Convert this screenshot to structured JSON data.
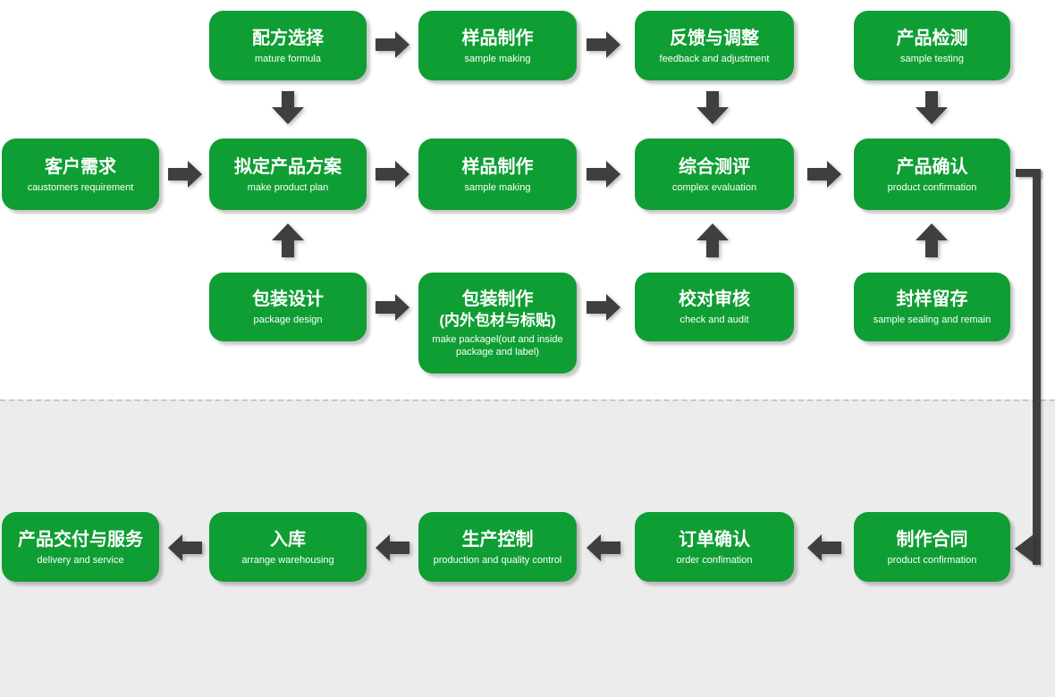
{
  "colors": {
    "green": "#0f9e33",
    "arrow": "#3f3f3f",
    "section_bg": "#ececec",
    "dash": "#c8c8c8"
  },
  "nodes": [
    {
      "title": "配方选择",
      "subtitle": "mature formula"
    },
    {
      "title": "样品制作",
      "subtitle": "sample making"
    },
    {
      "title": "反馈与调整",
      "subtitle": "feedback and adjustment"
    },
    {
      "title": "产品检测",
      "subtitle": "sample testing"
    },
    {
      "title": "客户需求",
      "subtitle": "caustomers requirement"
    },
    {
      "title": "拟定产品方案",
      "subtitle": "make product plan"
    },
    {
      "title": "样品制作",
      "subtitle": "sample making"
    },
    {
      "title": "综合测评",
      "subtitle": "complex evaluation"
    },
    {
      "title": "产品确认",
      "subtitle": "product confirmation"
    },
    {
      "title": "包装设计",
      "subtitle": "package design"
    },
    {
      "title": "包装制作",
      "title_line2": "(内外包材与标贴)",
      "subtitle": "make packagel(out and inside package and label)"
    },
    {
      "title": "校对审核",
      "subtitle": "check and audit"
    },
    {
      "title": "封样留存",
      "subtitle": "sample sealing and remain"
    },
    {
      "title": "产品交付与服务",
      "subtitle": "delivery and service"
    },
    {
      "title": "入库",
      "subtitle": "arrange warehousing"
    },
    {
      "title": "生产控制",
      "subtitle": "production and quality control"
    },
    {
      "title": "订单确认",
      "subtitle": "order confimation"
    },
    {
      "title": "制作合同",
      "subtitle": "product confirmation"
    }
  ],
  "connections": [
    {
      "from": "配方选择",
      "to": "样品制作",
      "direction": "right"
    },
    {
      "from": "样品制作",
      "to": "反馈与调整",
      "direction": "right"
    },
    {
      "from": "配方选择",
      "to": "拟定产品方案",
      "direction": "down"
    },
    {
      "from": "反馈与调整",
      "to": "综合测评",
      "direction": "down"
    },
    {
      "from": "产品检测",
      "to": "产品确认",
      "direction": "down"
    },
    {
      "from": "客户需求",
      "to": "拟定产品方案",
      "direction": "right"
    },
    {
      "from": "拟定产品方案",
      "to": "样品制作",
      "direction": "right"
    },
    {
      "from": "样品制作",
      "to": "综合测评",
      "direction": "right"
    },
    {
      "from": "综合测评",
      "to": "产品确认",
      "direction": "right"
    },
    {
      "from": "包装设计",
      "to": "拟定产品方案",
      "direction": "up"
    },
    {
      "from": "校对审核",
      "to": "综合测评",
      "direction": "up"
    },
    {
      "from": "封样留存",
      "to": "产品确认",
      "direction": "up"
    },
    {
      "from": "包装设计",
      "to": "包装制作",
      "direction": "right"
    },
    {
      "from": "包装制作",
      "to": "校对审核",
      "direction": "right"
    },
    {
      "from": "产品确认",
      "to": "制作合同",
      "direction": "elbow-right-down"
    },
    {
      "from": "制作合同",
      "to": "订单确认",
      "direction": "left"
    },
    {
      "from": "订单确认",
      "to": "生产控制",
      "direction": "left"
    },
    {
      "from": "生产控制",
      "to": "入库",
      "direction": "left"
    },
    {
      "from": "入库",
      "to": "产品交付与服务",
      "direction": "left"
    }
  ]
}
